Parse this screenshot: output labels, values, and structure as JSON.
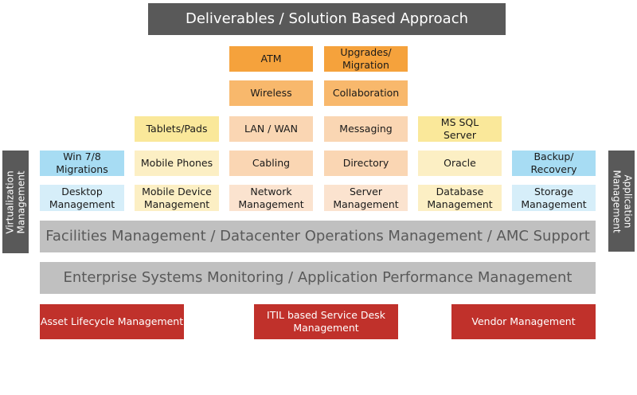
{
  "title": "Deliverables / Solution Based Approach",
  "side_labels": {
    "left": "Virtualization\nManagement",
    "right": "Application\nManagement"
  },
  "colors": {
    "title_bg": "#595959",
    "orange_dark": "#f5a23c",
    "orange_mid": "#f8b86c",
    "orange_light": "#fad6b3",
    "orange_pale": "#fbe3cf",
    "yellow": "#fae89a",
    "yellow_pale": "#fcefc4",
    "blue": "#a7dcf3",
    "blue_pale": "#d6eef9",
    "gray_bar": "#c0c0c0",
    "red": "#c0312b"
  },
  "columns": {
    "desktop": {
      "top": "Win 7/8\nMigrations",
      "base": "Desktop\nManagement"
    },
    "mobile": {
      "top": "Tablets/Pads",
      "mid": "Mobile Phones",
      "base": "Mobile Device\nManagement"
    },
    "network": {
      "items": [
        "ATM",
        "Wireless",
        "LAN / WAN",
        "Cabling"
      ],
      "base": "Network\nManagement"
    },
    "server": {
      "items": [
        "Upgrades/\nMigration",
        "Collaboration",
        "Messaging",
        "Directory"
      ],
      "base": "Server\nManagement"
    },
    "database": {
      "top": "MS SQL\nServer",
      "mid": "Oracle",
      "base": "Database\nManagement"
    },
    "storage": {
      "top": "Backup/\nRecovery",
      "base": "Storage\nManagement"
    }
  },
  "bars": {
    "facilities": "Facilities Management / Datacenter Operations Management / AMC Support",
    "monitoring": "Enterprise Systems Monitoring / Application Performance Management"
  },
  "bottom": [
    "Asset Lifecycle Management",
    "ITIL based Service Desk\nManagement",
    "Vendor Management"
  ]
}
